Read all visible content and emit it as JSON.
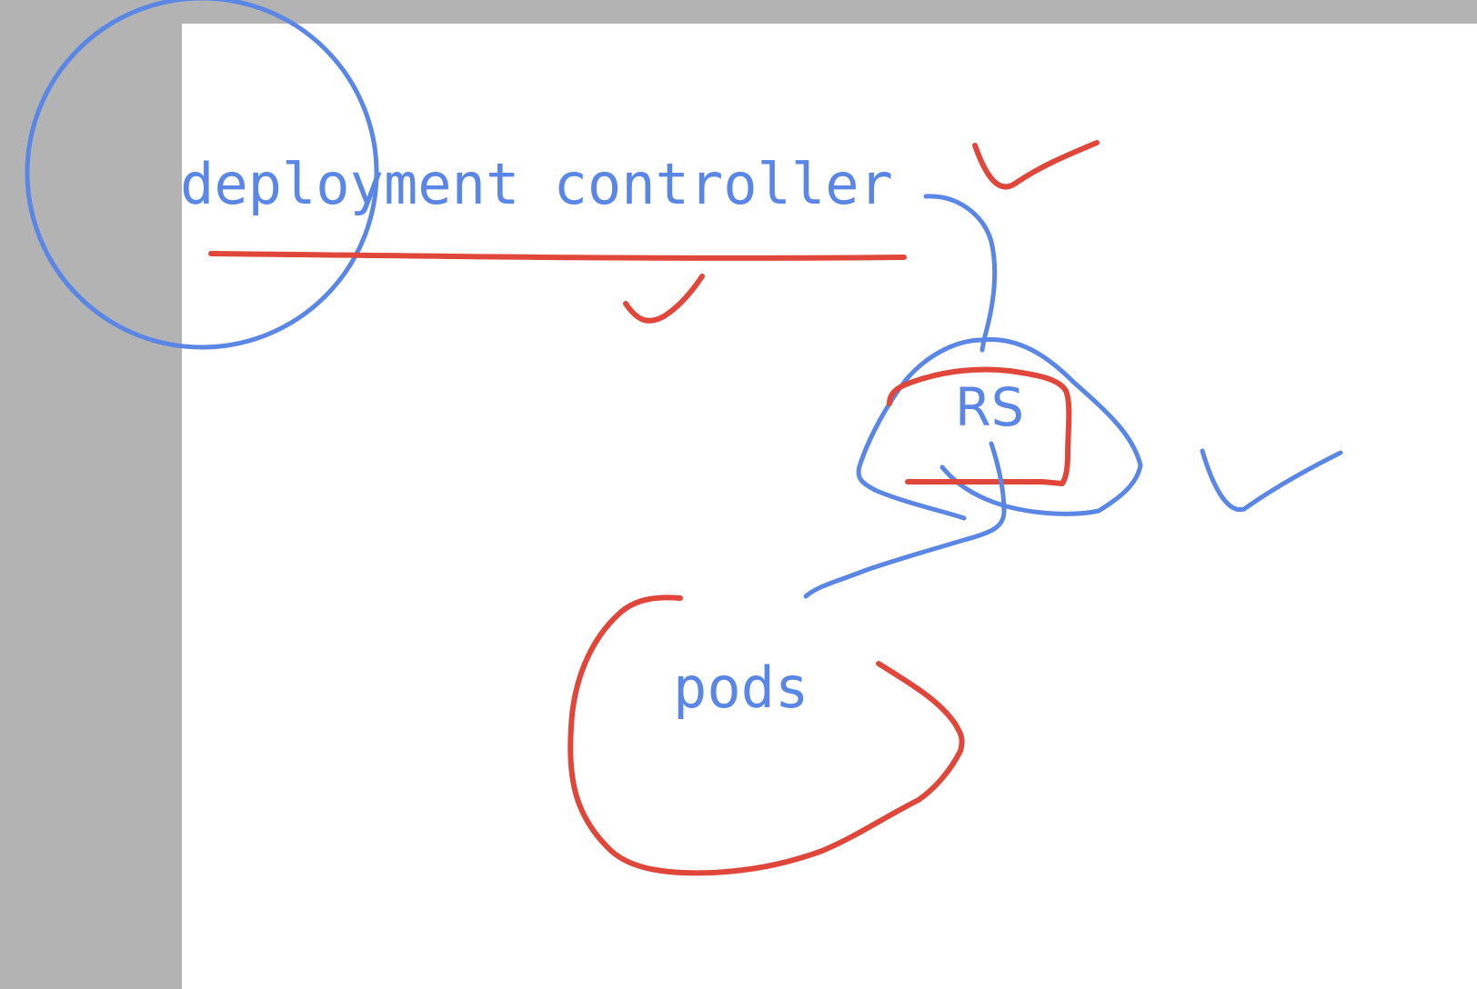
{
  "labels": {
    "deployment_controller": "deployment controller",
    "rs": "RS",
    "pods": "pods"
  },
  "colors": {
    "page_background": "#ffffff",
    "margin_gray": "#b3b3b3",
    "blue_ink": "#5a86e6",
    "red_ink": "#e0473a"
  }
}
